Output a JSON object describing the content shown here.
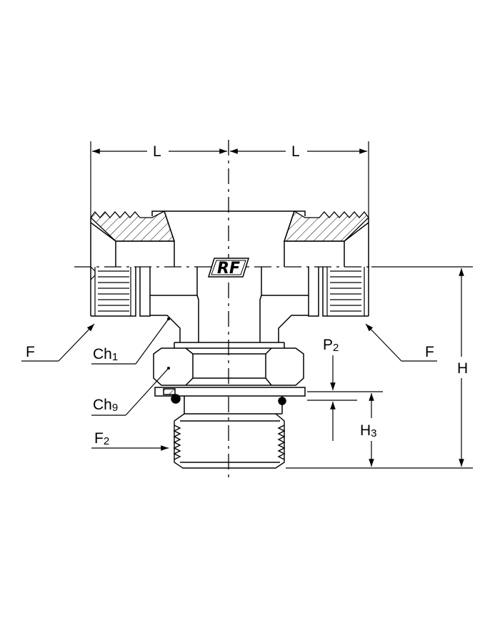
{
  "logo": {
    "text": "RF"
  },
  "labels": {
    "L_left": "L",
    "L_right": "L",
    "F_left": "F",
    "F_right": "F",
    "ch1_main": "Ch",
    "ch1_sub": "1",
    "ch9_main": "Ch",
    "ch9_sub": "9",
    "f2_main": "F",
    "f2_sub": "2",
    "p2_main": "P",
    "p2_sub": "2",
    "h": "H",
    "h3_main": "H",
    "h3_sub": "3"
  }
}
